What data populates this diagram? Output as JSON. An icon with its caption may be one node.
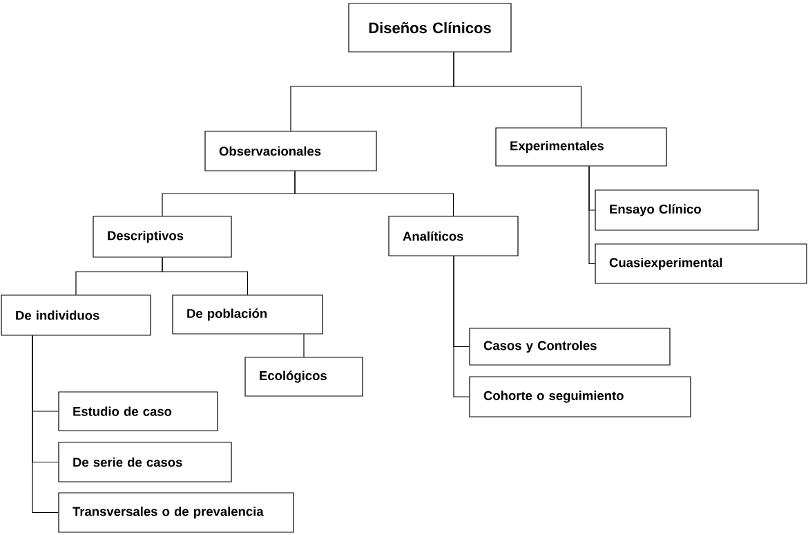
{
  "diagram": {
    "nodes": [
      {
        "text": [
          "Diseños Clínicos"
        ]
      },
      {
        "text": [
          "Observacionales"
        ]
      },
      {
        "text": [
          "Experimentales"
        ]
      },
      {
        "text": [
          "Descriptivos"
        ]
      },
      {
        "text": [
          "Analíticos"
        ]
      },
      {
        "text": [
          "Ensayo Clínico"
        ]
      },
      {
        "text": [
          "Cuasiexperimental"
        ]
      },
      {
        "text": [
          "De individuos"
        ]
      },
      {
        "text": [
          "De población"
        ]
      },
      {
        "text": [
          "Ecológicos"
        ]
      },
      {
        "text": [
          "Casos y Controles"
        ]
      },
      {
        "text": [
          "Cohorte o seguimiento"
        ]
      },
      {
        "text": [
          "Estudio de caso"
        ]
      },
      {
        "text": [
          "De serie de casos"
        ]
      },
      {
        "text": [
          "Transversales o de prevalencia"
        ]
      }
    ],
    "edges": [
      {
        "from": 0,
        "to": 1,
        "arrow": "none"
      },
      {
        "from": 0,
        "to": 2,
        "arrow": "none"
      },
      {
        "from": 1,
        "to": 3,
        "arrow": "none"
      },
      {
        "from": 1,
        "to": 4,
        "arrow": "none"
      },
      {
        "from": 2,
        "to": 5,
        "arrow": "none"
      },
      {
        "from": 2,
        "to": 6,
        "arrow": "none"
      },
      {
        "from": 3,
        "to": 7,
        "arrow": "none"
      },
      {
        "from": 3,
        "to": 8,
        "arrow": "none"
      },
      {
        "from": 4,
        "to": 10,
        "arrow": "none"
      },
      {
        "from": 4,
        "to": 11,
        "arrow": "none"
      },
      {
        "from": 8,
        "to": 9,
        "arrow": "none"
      },
      {
        "from": 7,
        "to": 12,
        "arrow": "none"
      },
      {
        "from": 7,
        "to": 13,
        "arrow": "none"
      },
      {
        "from": 7,
        "to": 14,
        "arrow": "none"
      }
    ]
  }
}
